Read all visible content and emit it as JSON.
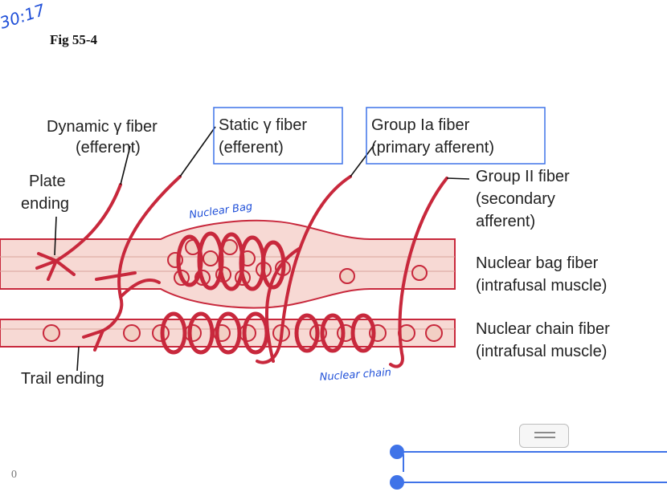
{
  "stamp": "30:17",
  "figure": {
    "title": "Fig 55-4",
    "labels": {
      "dynamic_gamma_1": "Dynamic γ fiber",
      "dynamic_gamma_2": "(efferent)",
      "static_gamma_1": "Static γ fiber",
      "static_gamma_2": "(efferent)",
      "group_ia_1": "Group Ia fiber",
      "group_ia_2": "(primary afferent)",
      "group_ii_1": "Group II fiber",
      "group_ii_2": "(secondary",
      "group_ii_3": "afferent)",
      "plate_1": "Plate",
      "plate_2": "ending",
      "bag_1": "Nuclear bag fiber",
      "bag_2": "(intrafusal muscle)",
      "chain_1": "Nuclear chain fiber",
      "chain_2": "(intrafusal muscle)",
      "trail": "Trail ending"
    },
    "handwritten": {
      "nuclear_bag": "Nuclear Bag",
      "nuclear_chain": "Nuclear chain"
    },
    "colors": {
      "fiber_red": "#c8283c",
      "muscle_fill": "#f7d9d4",
      "box_blue": "#3f73e8"
    }
  },
  "page": {
    "number": "0"
  }
}
